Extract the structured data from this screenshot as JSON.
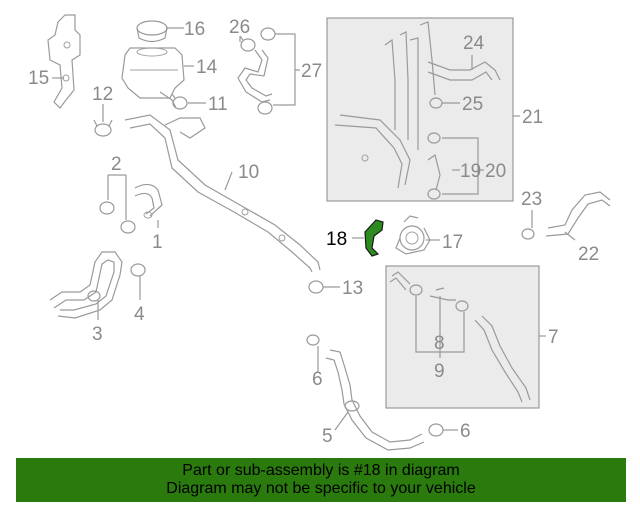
{
  "colors": {
    "banner_background": "#2a7a0e",
    "highlight_part": "#2e8b1e",
    "line_art": "#9a9a9a",
    "callout_text": "#8a8a8a",
    "panel_fill": "#ebebeb"
  },
  "diagram": {
    "highlighted_part": "18",
    "callouts": [
      "16",
      "14",
      "15",
      "12",
      "11",
      "26",
      "27",
      "24",
      "25",
      "21",
      "20",
      "19",
      "2",
      "10",
      "1",
      "23",
      "22",
      "18",
      "17",
      "3",
      "4",
      "13",
      "7",
      "8",
      "9",
      "6",
      "5",
      "6"
    ]
  },
  "banner": {
    "line1": "Part or sub-assembly is #18 in diagram",
    "line2": "Diagram may not be specific to your vehicle"
  }
}
